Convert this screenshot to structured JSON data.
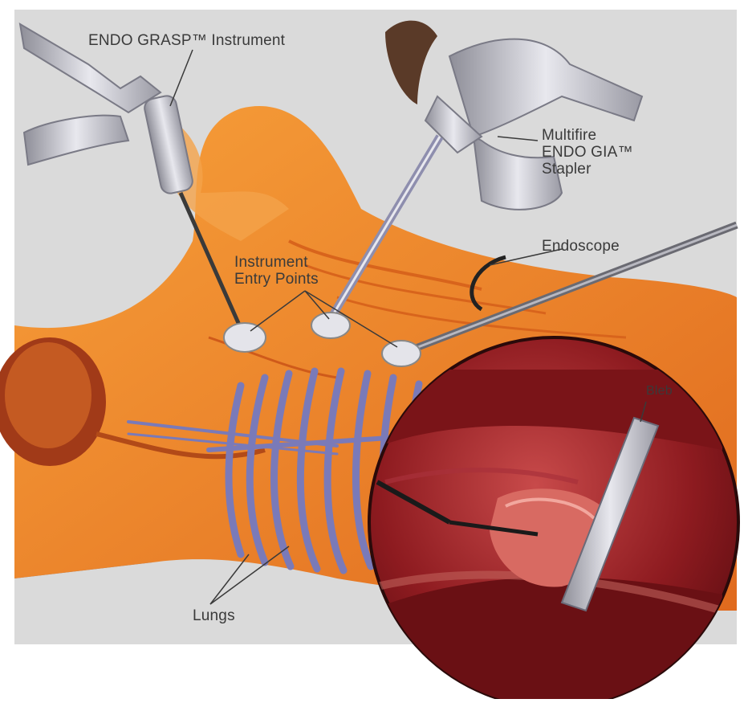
{
  "labels": {
    "endo_grasp": "ENDO GRASP™ Instrument",
    "endo_gia_line1": "Multifire",
    "endo_gia_line2": "ENDO GIA™",
    "endo_gia_line3": "Stapler",
    "endoscope": "Endoscope",
    "entry_ports_line1": "Instrument",
    "entry_ports_line2": "Entry Points",
    "lungs": "Lungs",
    "bleb": "Bleb"
  },
  "colors": {
    "background": "#d9d9d9",
    "skin": "#f08a2a",
    "skin_dark": "#d8641c",
    "ribs": "#7a7ab8",
    "lung_tissue": "#9a1e22",
    "instrument": "#c8c8d0"
  }
}
